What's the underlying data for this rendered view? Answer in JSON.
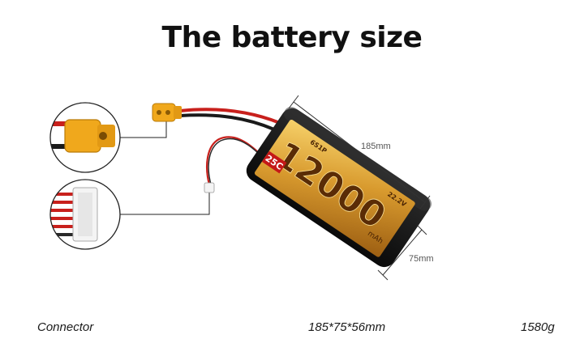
{
  "title": "The battery size",
  "dimensions": {
    "length_label": "185mm",
    "width_label": "75mm"
  },
  "battery_label": {
    "capacity": "12000",
    "unit": "mAh",
    "c_rating": "25C",
    "cells": "6S1P",
    "voltage": "22.2V"
  },
  "specs": {
    "connector_label": "Connector",
    "size": "185*75*56mm",
    "weight": "1580g"
  },
  "colors": {
    "label_gold": "#d89a2e",
    "battery_body": "#141414",
    "connector_yellow": "#f0a81c",
    "red_wire": "#c8201c"
  }
}
